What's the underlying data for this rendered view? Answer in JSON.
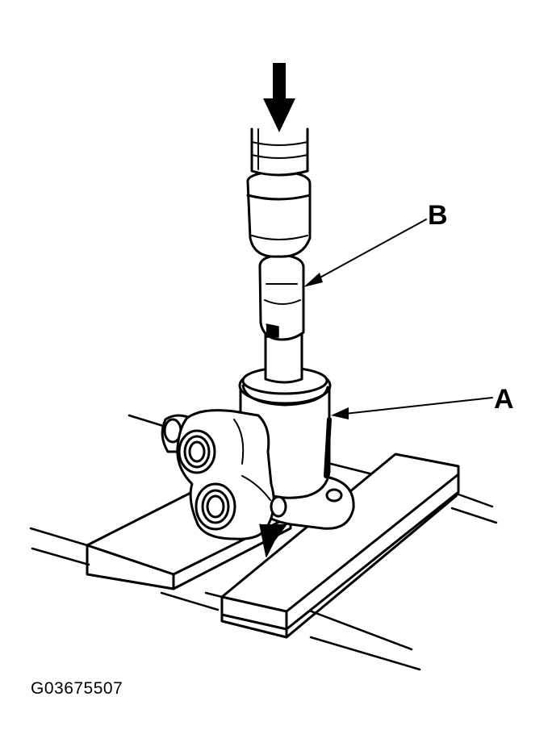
{
  "figure": {
    "callout_a": "A",
    "callout_b": "B",
    "figure_id": "G03675507"
  },
  "parts": {
    "tool": "press-tool",
    "housing": "valve-housing",
    "support": "wooden-blocks",
    "force_icon": "down-arrow-icon"
  },
  "colors": {
    "ink": "#000000",
    "paper": "#ffffff"
  }
}
